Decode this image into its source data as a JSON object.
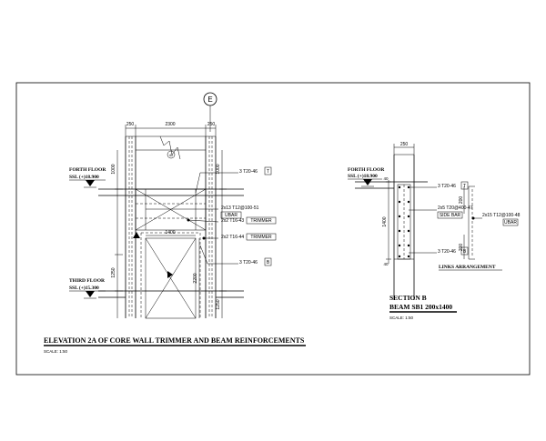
{
  "elevation": {
    "grid_label": "E",
    "dims": {
      "left_wall": "250",
      "span": "2300",
      "right_wall": "250",
      "upper_depth": "1000",
      "lower_1250": "1250",
      "bottom_1250": "1250",
      "opening": "1400",
      "height_2200": "2200",
      "link_spacing": "400"
    },
    "forth_floor": {
      "name": "FORTH FLOOR",
      "level": "SSL (+)18.900"
    },
    "third_floor": {
      "name": "THIRD FLOOR",
      "level": "SSL (+)15.300"
    },
    "callouts": {
      "top_bar": "3 T20-46",
      "top_bar_mark": "T",
      "ubar": "2x13 T12@100-51",
      "ubar_tag": "UBAR",
      "trimmer1": "2x2 T16-43",
      "trimmer1_tag": "TRIMMER",
      "trimmer2": "2x2 T16-44",
      "trimmer2_tag": "TRIMMER",
      "bottom_bar": "3 T20-46",
      "bottom_bar_mark": "B"
    },
    "title": "ELEVATION 2A OF CORE WALL TRIMMER AND BEAM REINFORCEMENTS",
    "scale": "SCALE: 1:50"
  },
  "section": {
    "dims": {
      "width": "250",
      "top": "40",
      "depth": "1400",
      "bottom": "40",
      "link_leg": "200",
      "link_bottom": "200"
    },
    "forth_floor": {
      "name": "FORTH FLOOR",
      "level": "SSL (+)18.900"
    },
    "callouts": {
      "top_bar": "3 T20-46",
      "top_bar_mark": "T",
      "side_bar": "2x5 T20@400-47",
      "side_bar_tag": "SIDE BAR",
      "ubar": "2x15 T12@100-48",
      "ubar_tag": "UBAR",
      "bottom_bar": "3 T20-46",
      "bottom_bar_mark": "B"
    },
    "links_label": "LINKS ARRANGEMENT",
    "title": "SECTION B",
    "subtitle": "BEAM SB1 200x1400",
    "scale": "SCALE: 1:50"
  }
}
